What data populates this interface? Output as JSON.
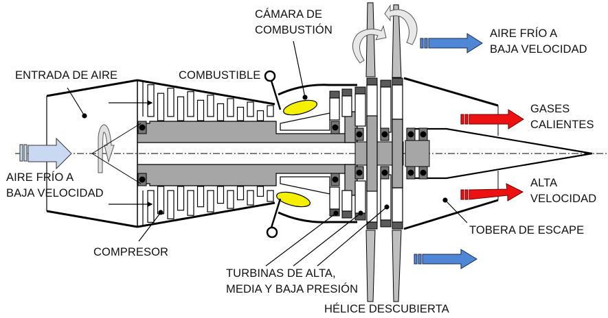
{
  "title": "Motor turbohélice de hélice descubierta (propfan)",
  "colors": {
    "cold_air_inlet": "#c9d9f2",
    "cold_air_bypass": "#4f86d6",
    "hot_gas": "#ee1111",
    "fuel_flame": "#f5ef00",
    "shaft": "#a6a6a6",
    "seal": "#595959",
    "blade": "#bfbfbf",
    "outline": "#000000"
  },
  "labels": {
    "air_intake": "ENTRADA DE AIRE",
    "cold_air_in_line1": "AIRE FRÍO A",
    "cold_air_in_line2": "BAJA VELOCIDAD",
    "fuel": "COMBUSTIBLE",
    "combustion_line1": "CÁMARA DE",
    "combustion_line2": "COMBUSTIÓN",
    "cold_air_out_line1": "AIRE FRÍO A",
    "cold_air_out_line2": "BAJA VELOCIDAD",
    "hot_gases_line1": "GASES",
    "hot_gases_line2": "CALIENTES",
    "high_speed_line1": "ALTA",
    "high_speed_line2": "VELOCIDAD",
    "exhaust_nozzle": "TOBERA DE ESCAPE",
    "compressor": "COMPRESOR",
    "turbines_line1": "TURBINAS DE ALTA,",
    "turbines_line2": "MEDIA Y BAJA PRESIÓN",
    "propeller": "HÉLICE DESCUBIERTA"
  }
}
